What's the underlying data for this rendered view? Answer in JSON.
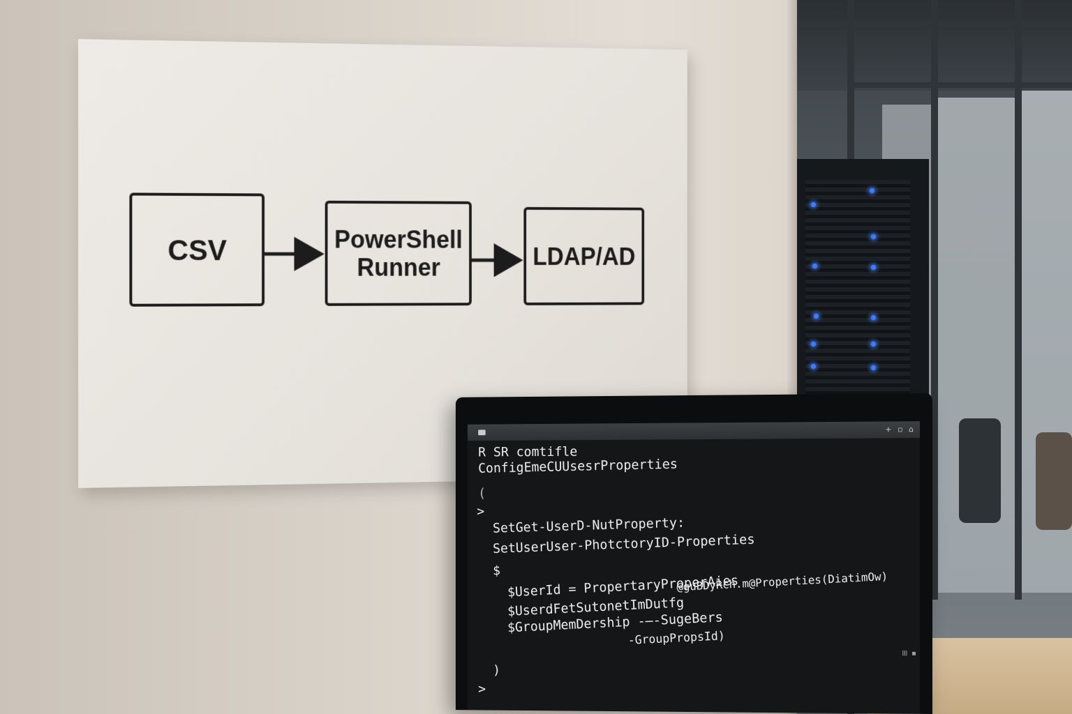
{
  "diagram": {
    "nodes": [
      {
        "id": "csv",
        "label_lines": [
          "CSV"
        ]
      },
      {
        "id": "runner",
        "label_lines": [
          "PowerShell",
          "Runner"
        ]
      },
      {
        "id": "ldap",
        "label_lines": [
          "LDAP/AD"
        ]
      }
    ],
    "edges": [
      {
        "from": "csv",
        "to": "runner"
      },
      {
        "from": "runner",
        "to": "ldap"
      }
    ]
  },
  "terminal": {
    "titlebar_icons": [
      "menu-icon",
      "plus-icon",
      "tab-icon",
      "settings-icon"
    ],
    "titlebar_glyphs": {
      "plus": "+",
      "tab": "▫",
      "settings": "⌂"
    },
    "bottom_glyphs": [
      "⊞",
      "▪"
    ],
    "lines": [
      "R SR comtifle",
      "ConfigEmeCUUsesrProperties",
      "(",
      ">",
      "SetGet-UserD-NutProperty:",
      "SetUserUser-PhotctoryID-Properties",
      "$",
      "$UserId = PropertaryProperAies",
      "@guBDyRch.m@Properties(DiatimOw)",
      "$UserdFetSutonetImDutfg",
      "$GroupMemDership -–-SugeBers",
      "-GroupPropsId)",
      ")",
      ">"
    ]
  },
  "colors": {
    "wall": "#d9d2c9",
    "panel": "#e8e5e0",
    "ink": "#1c1c1c",
    "terminal_bg": "#141618",
    "terminal_text": "#eef0f1",
    "rack_led": "#3d7bff"
  }
}
